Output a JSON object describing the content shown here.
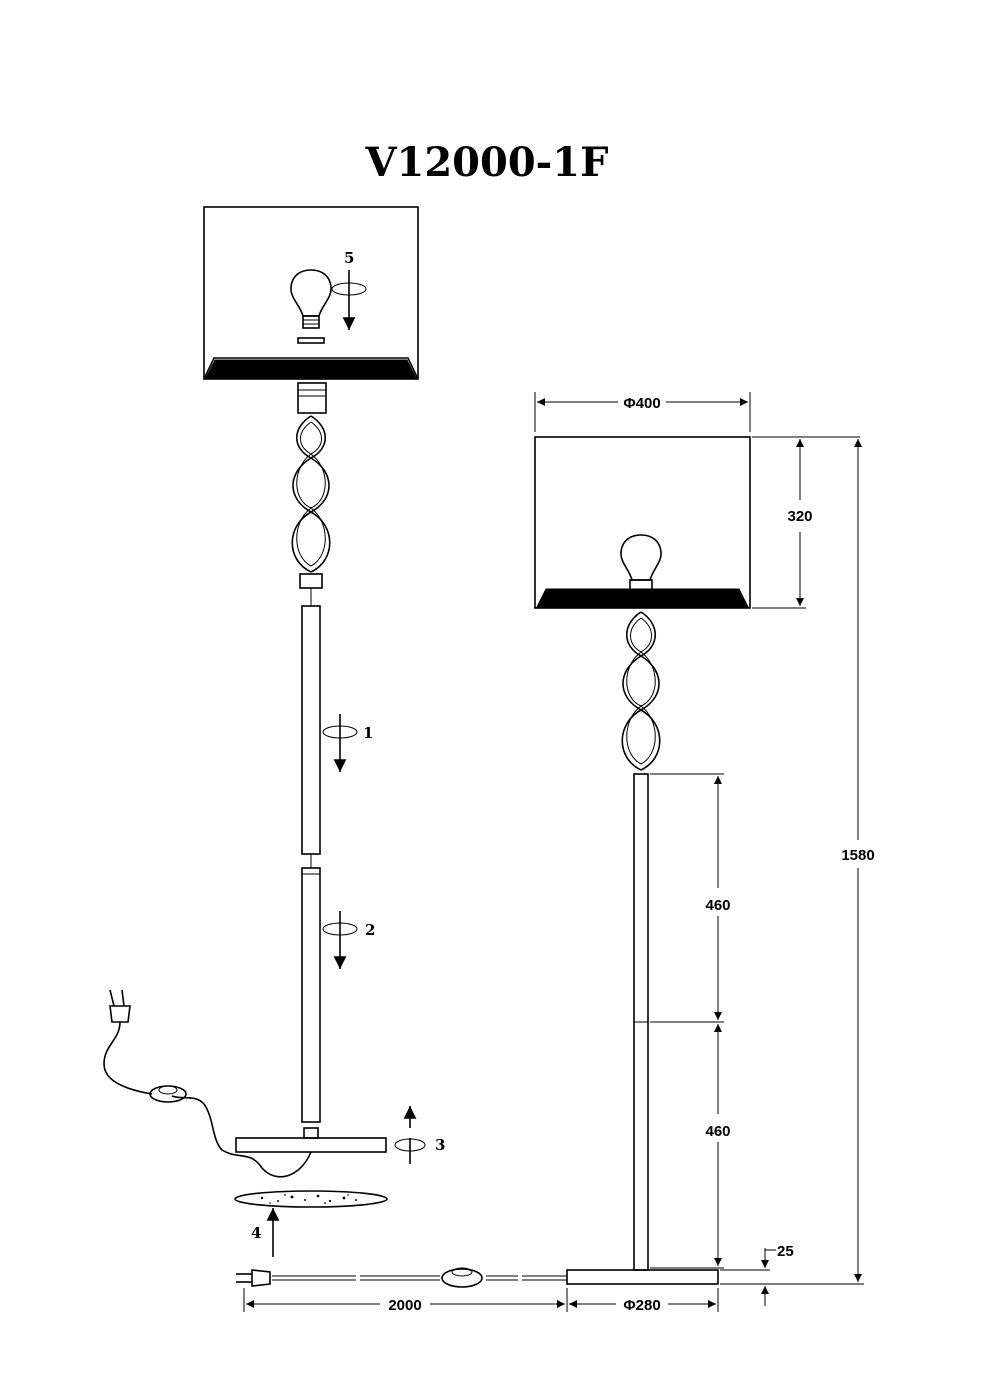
{
  "model": "V12000-1F",
  "dimensions": {
    "shade_diameter": "Φ400",
    "shade_height": "320",
    "total_height": "1580",
    "upper_tube": "460",
    "lower_tube": "460",
    "base_height": "25",
    "cable_length": "2000",
    "base_diameter": "Φ280"
  },
  "steps": [
    "1",
    "2",
    "3",
    "4",
    "5"
  ]
}
